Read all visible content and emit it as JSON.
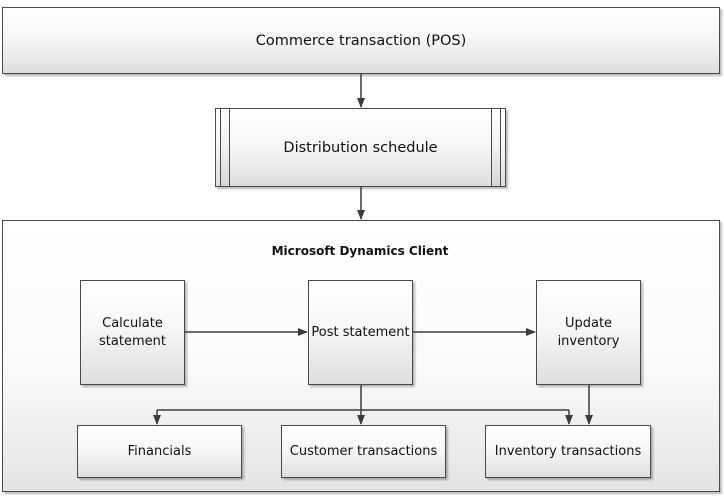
{
  "nodes": {
    "commerce_transaction": "Commerce transaction (POS)",
    "distribution_schedule": "Distribution schedule",
    "client_title": "Microsoft Dynamics Client",
    "calculate_statement": "Calculate statement",
    "post_statement": "Post statement",
    "update_inventory": "Update inventory",
    "financials": "Financials",
    "customer_transactions": "Customer transactions",
    "inventory_transactions": "Inventory transactions"
  },
  "edges": [
    {
      "from": "commerce_transaction",
      "to": "distribution_schedule"
    },
    {
      "from": "distribution_schedule",
      "to": "client_title"
    },
    {
      "from": "calculate_statement",
      "to": "post_statement"
    },
    {
      "from": "post_statement",
      "to": "update_inventory"
    },
    {
      "from": "post_statement",
      "to": "financials"
    },
    {
      "from": "post_statement",
      "to": "customer_transactions"
    },
    {
      "from": "post_statement",
      "to": "inventory_transactions"
    },
    {
      "from": "update_inventory",
      "to": "inventory_transactions"
    }
  ],
  "colors": {
    "stroke": "#3c3c3c",
    "box_top": "#ffffff",
    "box_bottom": "#dedede"
  }
}
